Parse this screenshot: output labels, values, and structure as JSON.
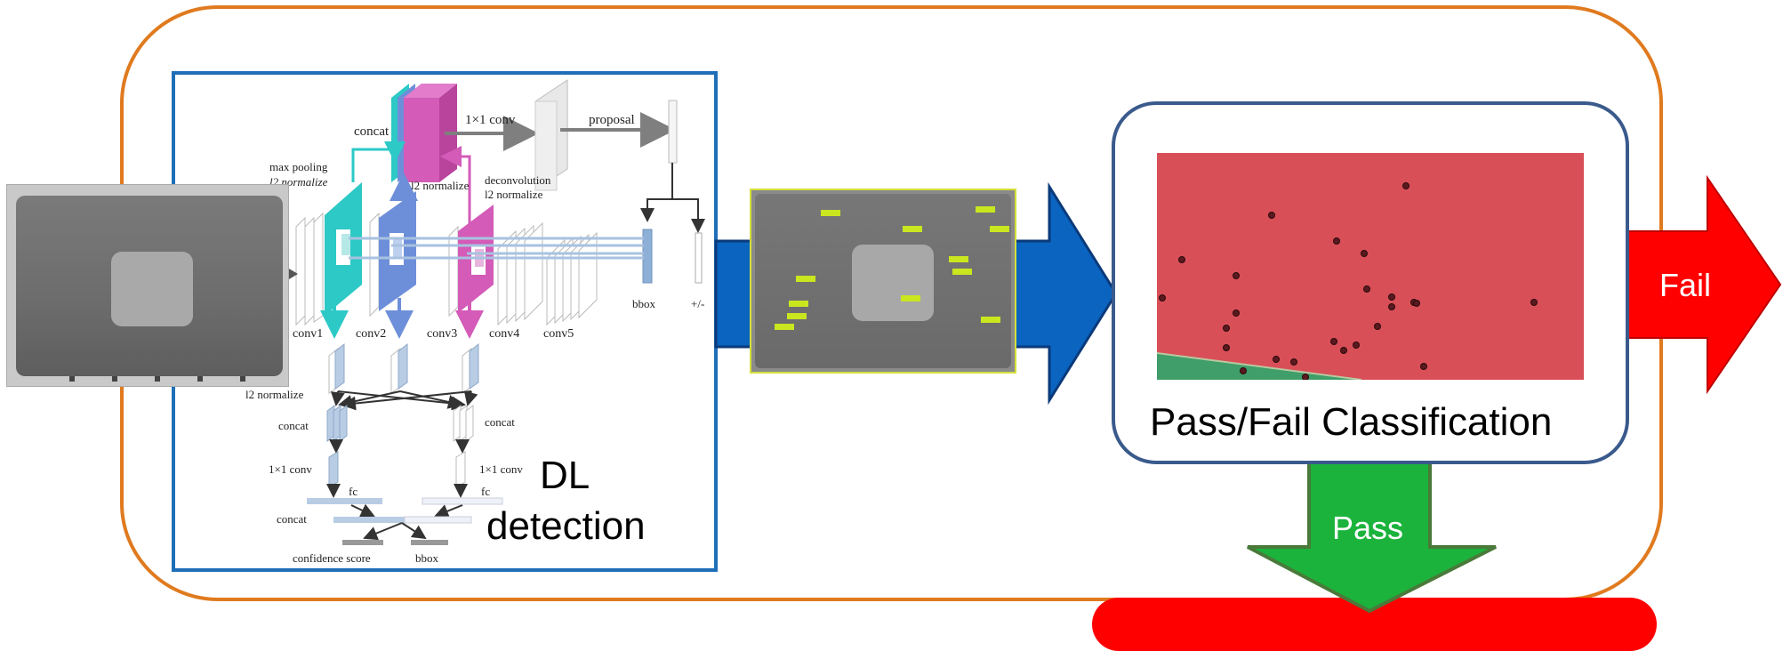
{
  "network": {
    "labels": {
      "concat_top": "concat",
      "conv1x1_top": "1×1 conv",
      "proposal": "proposal",
      "max_pooling": "max pooling",
      "l2_normalize_left": "l2 normalize",
      "l2_normalize_mid": "l2 normalize",
      "deconvolution": "deconvolution",
      "l2_normalize_deconv": "l2 normalize",
      "conv1": "conv1",
      "conv2": "conv2",
      "conv3": "conv3",
      "conv4": "conv4",
      "conv5": "conv5",
      "bbox_top": "bbox",
      "plus_minus": "+/-",
      "l2_normalize_lower": "l2 normalize",
      "concat_left": "concat",
      "concat_right": "concat",
      "conv1x1_left": "1×1 conv",
      "conv1x1_right": "1×1 conv",
      "fc_left": "fc",
      "fc_right": "fc",
      "concat_bottom": "concat",
      "confidence_score": "confidence score",
      "bbox_bottom": "bbox"
    },
    "title_line1": "DL",
    "title_line2": "detection"
  },
  "classification": {
    "title": "Pass/Fail Classification"
  },
  "outputs": {
    "fail": "Fail",
    "pass": "Pass"
  },
  "colors": {
    "orange_frame": "#e07a1f",
    "blue_frame": "#1f6fb8",
    "navy_frame": "#3a5a8c",
    "arrow_blue": "#0a64c0",
    "fail_red": "#ff0000",
    "pass_green": "#1bb33c",
    "scatter_red": "#d94f57",
    "scatter_green": "#3f9e6a",
    "cyan": "#2cc9c6",
    "periwinkle": "#6d8fd9",
    "magenta": "#d45bb8"
  }
}
